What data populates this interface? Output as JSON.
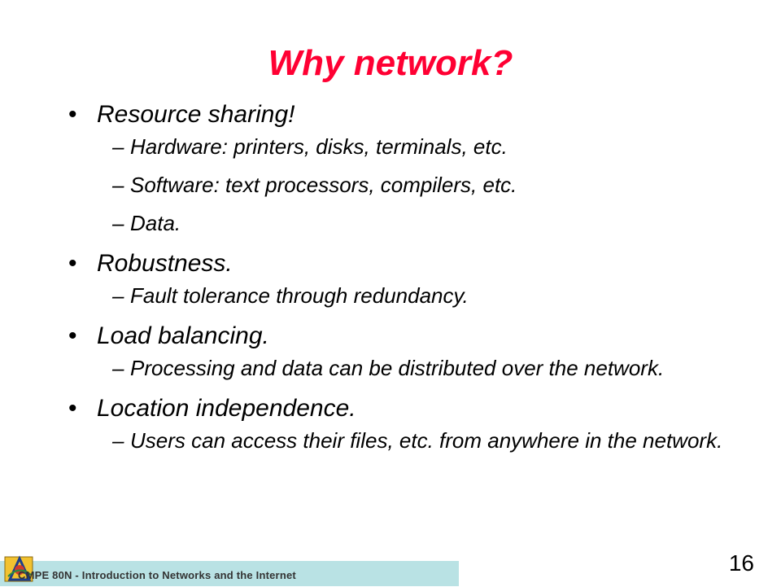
{
  "slide": {
    "title": "Why network?",
    "page_number": "16",
    "footer": "CMPE 80N - Introduction to Networks and the Internet",
    "title_color": "#ff0033",
    "footer_bg": "#b9e2e4"
  },
  "bullets": [
    {
      "text": "Resource sharing!",
      "subs": [
        "Hardware: printers, disks, terminals, etc.",
        "Software: text processors, compilers, etc.",
        "Data."
      ]
    },
    {
      "text": "Robustness.",
      "subs": [
        "Fault tolerance through redundancy."
      ]
    },
    {
      "text": "Load balancing.",
      "subs": [
        "Processing and data can be distributed over the network."
      ]
    },
    {
      "text": "Location independence.",
      "subs": [
        "Users can access their files, etc. from anywhere in the network."
      ]
    }
  ],
  "icons": {
    "bullet_glyph": "•",
    "sub_glyph": "–",
    "logo": "logo-icon"
  }
}
